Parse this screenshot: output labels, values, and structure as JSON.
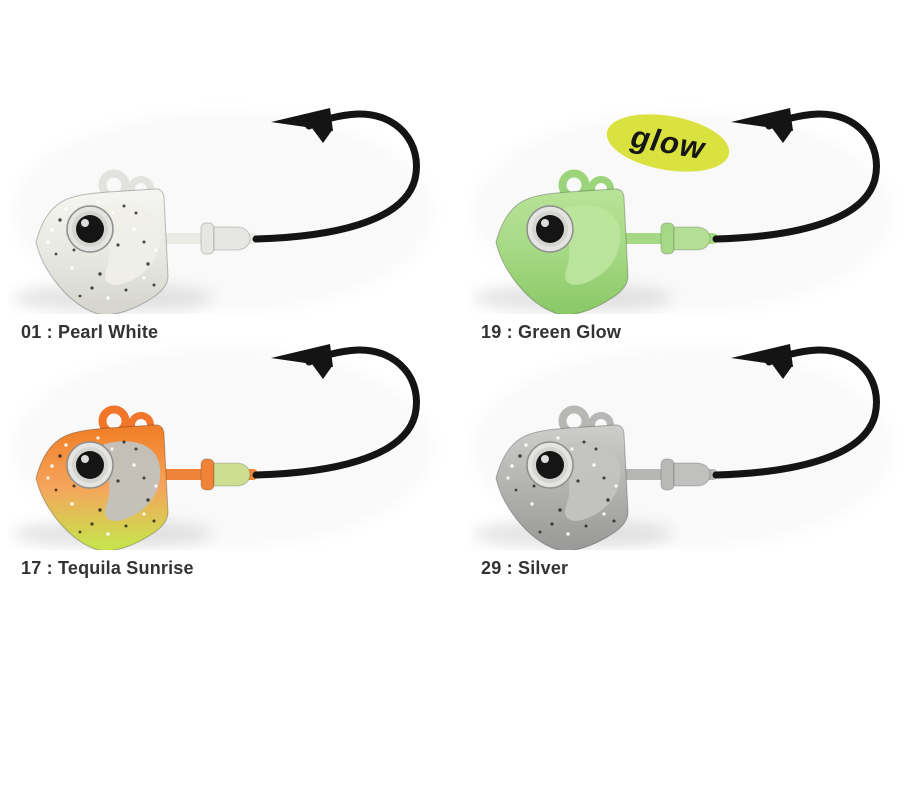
{
  "page": {
    "background": "#ffffff"
  },
  "badge": {
    "text": "glow",
    "background": "#d9e23f",
    "color": "#161616"
  },
  "jig_common": {
    "hook": "#141414",
    "eye_ring": "#e4e4e2",
    "eye_iris": "#c9c9c7",
    "pupil": "#151515",
    "eye_highlight": "#ffffff",
    "speckle_dark": "#1e1e1e",
    "speckle_light": "#ffffff"
  },
  "products": [
    {
      "code": "01",
      "name": "Pearl White",
      "label": "01 : Pearl White",
      "colors": {
        "body_top": "#f4f4f0",
        "body_mid": "#e9e9e3",
        "body_bottom": "#d6d6cf",
        "cheek": "#efefe9",
        "loop": "#e2e2de",
        "rod": "#eaeae6",
        "collar_ridge": "#e6e6e2",
        "collar_cone": "#e6e6e2"
      }
    },
    {
      "code": "19",
      "name": "Green Glow",
      "label": "19 : Green Glow",
      "badge": "glow",
      "colors": {
        "body_top": "#b6e296",
        "body_mid": "#a5d984",
        "body_bottom": "#8cc969",
        "cheek": "#bae59c",
        "loop": "#9cd47c",
        "rod": "#a6d985",
        "collar_ridge": "#a6d985",
        "collar_cone": "#b4de93"
      }
    },
    {
      "code": "17",
      "name": "Tequila Sunrise",
      "label": "17 : Tequila Sunrise",
      "colors": {
        "body_top": "#f0812a",
        "body_mid": "#f5a55c",
        "body_bottom": "#c9e14e",
        "cheek": "#c2c2be",
        "loop": "#f2762a",
        "rod": "#ef8438",
        "collar_ridge": "#ef8438",
        "collar_cone": "#cdde93"
      }
    },
    {
      "code": "29",
      "name": "Silver",
      "label": "29 : Silver",
      "colors": {
        "body_top": "#cbcbc9",
        "body_mid": "#b2b2b0",
        "body_bottom": "#9b9b99",
        "cheek": "#c3c3c1",
        "loop": "#b7b7b5",
        "rod": "#b6b6b4",
        "collar_ridge": "#b9b9b7",
        "collar_cone": "#c0c0be"
      }
    }
  ]
}
